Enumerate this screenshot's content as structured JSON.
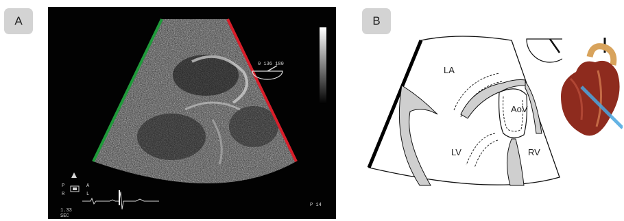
{
  "panels": {
    "a_label": "A",
    "b_label": "B"
  },
  "echo": {
    "angle_readout": "0 136 180",
    "orientation": {
      "p": "P",
      "a": "A",
      "r": "R",
      "l": "L"
    },
    "time_label": "1.33",
    "sec_label": "SEC",
    "page_mark": "P 14",
    "colors": {
      "left_edge": "#1f9a3a",
      "right_edge": "#d81e2a",
      "background": "#020202"
    }
  },
  "schematic": {
    "labels": {
      "la": "LA",
      "aov": "AoV",
      "lv": "LV",
      "rv": "RV"
    },
    "colors": {
      "sector_outline": "#111111",
      "wall_fill": "#cfcfcf",
      "transducer_edge": "#000000"
    }
  },
  "heart_model": {
    "colors": {
      "muscle": "#8e2b1e",
      "vessels": "#d8a35c",
      "probe_plane": "#4aa6e0"
    }
  }
}
